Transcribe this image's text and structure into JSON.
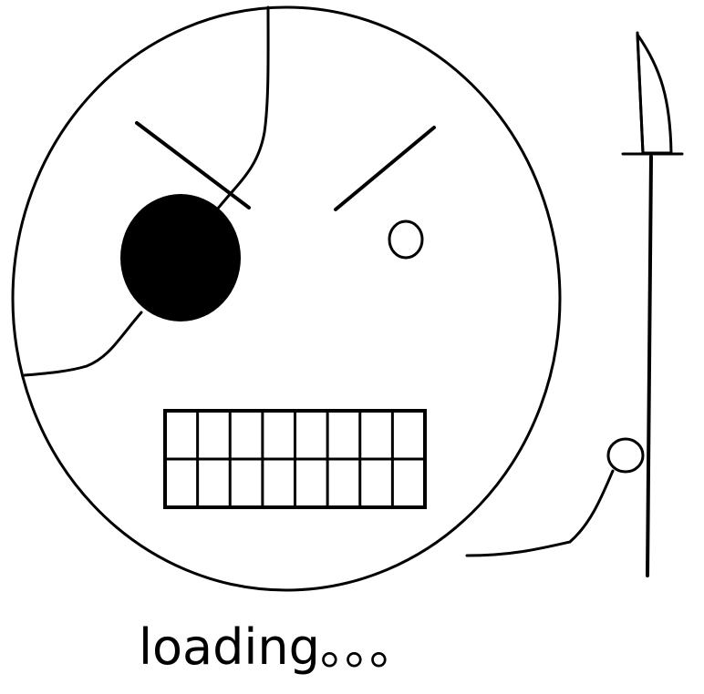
{
  "loading": {
    "text": "loading。。。"
  },
  "drawing": {
    "stroke_color": "#000000",
    "fill_color": "#000000",
    "background_color": "#ffffff",
    "teeth": {
      "rows": 2,
      "columns": 8
    }
  }
}
